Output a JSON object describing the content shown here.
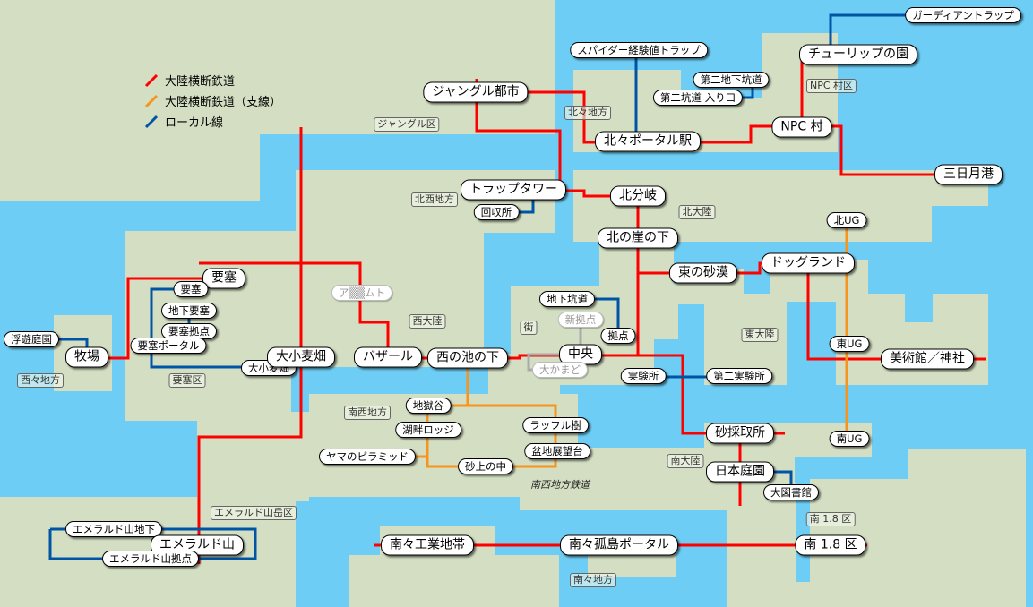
{
  "colors": {
    "water": "#6dcdf4",
    "land": "#d3dec2",
    "main": "#ff0000",
    "branch": "#f7941d",
    "local": "#0054a6",
    "inactive": "#aaaaaa"
  },
  "legend": [
    {
      "label": "大陸横断鉄道",
      "color": "#ff0000"
    },
    {
      "label": "大陸横断鉄道（支線）",
      "color": "#f7941d"
    },
    {
      "label": "ローカル線",
      "color": "#0054a6"
    }
  ],
  "stations": [
    {
      "name": "ガーディアントラップ",
      "kind": "s"
    },
    {
      "name": "スパイダー経験値トラップ",
      "kind": "s"
    },
    {
      "name": "チューリップの園",
      "kind": "m"
    },
    {
      "name": "第二地下坑道",
      "kind": "s"
    },
    {
      "name": "第二坑道 入り口",
      "kind": "s"
    },
    {
      "name": "ジャングル都市",
      "kind": "m"
    },
    {
      "name": "NPC 村",
      "kind": "m"
    },
    {
      "name": "北々ポータル駅",
      "kind": "m"
    },
    {
      "name": "三日月港",
      "kind": "m"
    },
    {
      "name": "トラップタワー",
      "kind": "m"
    },
    {
      "name": "北分岐",
      "kind": "m"
    },
    {
      "name": "回収所",
      "kind": "s"
    },
    {
      "name": "北UG",
      "kind": "s"
    },
    {
      "name": "北の崖の下",
      "kind": "m"
    },
    {
      "name": "ドッグランド",
      "kind": "m"
    },
    {
      "name": "東の砂漠",
      "kind": "m"
    },
    {
      "name": "要塞",
      "kind": "m"
    },
    {
      "name": "要塞",
      "kind": "s"
    },
    {
      "name": "ア▒▒ムト",
      "kind": "g"
    },
    {
      "name": "地下坑道",
      "kind": "s"
    },
    {
      "name": "地下要塞",
      "kind": "s"
    },
    {
      "name": "新拠点",
      "kind": "g"
    },
    {
      "name": "要塞拠点",
      "kind": "s"
    },
    {
      "name": "拠点",
      "kind": "s"
    },
    {
      "name": "浮遊庭園",
      "kind": "s"
    },
    {
      "name": "要塞ポータル",
      "kind": "s"
    },
    {
      "name": "東UG",
      "kind": "s"
    },
    {
      "name": "中央",
      "kind": "m"
    },
    {
      "name": "大小麦畑",
      "kind": "s"
    },
    {
      "name": "大小麦畑",
      "kind": "m"
    },
    {
      "name": "牧場",
      "kind": "m"
    },
    {
      "name": "バザール",
      "kind": "m"
    },
    {
      "name": "西の池の下",
      "kind": "m"
    },
    {
      "name": "美術館／神社",
      "kind": "m"
    },
    {
      "name": "大かまど",
      "kind": "g"
    },
    {
      "name": "実験所",
      "kind": "s"
    },
    {
      "name": "第二実験所",
      "kind": "s"
    },
    {
      "name": "地獄谷",
      "kind": "s"
    },
    {
      "name": "湖畔ロッジ",
      "kind": "s"
    },
    {
      "name": "ラッフル樹",
      "kind": "s"
    },
    {
      "name": "砂採取所",
      "kind": "m"
    },
    {
      "name": "南UG",
      "kind": "s"
    },
    {
      "name": "盆地展望台",
      "kind": "s"
    },
    {
      "name": "ヤマのピラミッド",
      "kind": "s"
    },
    {
      "name": "砂上の中",
      "kind": "s"
    },
    {
      "name": "日本庭園",
      "kind": "m"
    },
    {
      "name": "大図書館",
      "kind": "s"
    },
    {
      "name": "エメラルド山地下",
      "kind": "s"
    },
    {
      "name": "南々工業地帯",
      "kind": "m"
    },
    {
      "name": "南々孤島ポータル",
      "kind": "m"
    },
    {
      "name": "南 1.8 区",
      "kind": "m"
    },
    {
      "name": "エメラルド山",
      "kind": "m"
    },
    {
      "name": "エメラルド山拠点",
      "kind": "s"
    }
  ],
  "areas": [
    {
      "name": "NPC 村区",
      "kind": "area"
    },
    {
      "name": "北々地方",
      "kind": "area"
    },
    {
      "name": "ジャングル区",
      "kind": "area"
    },
    {
      "name": "北西地方",
      "kind": "area"
    },
    {
      "name": "北大陸",
      "kind": "area"
    },
    {
      "name": "西大陸",
      "kind": "area"
    },
    {
      "name": "街",
      "kind": "area"
    },
    {
      "name": "東大陸",
      "kind": "area"
    },
    {
      "name": "西々地方",
      "kind": "area"
    },
    {
      "name": "要塞区",
      "kind": "area"
    },
    {
      "name": "南西地方",
      "kind": "area"
    },
    {
      "name": "南大陸",
      "kind": "area"
    },
    {
      "name": "南西地方鉄道",
      "kind": "plain"
    },
    {
      "name": "エメラルド山岳区",
      "kind": "area"
    },
    {
      "name": "南 1.8 区",
      "kind": "area"
    },
    {
      "name": "南々地方",
      "kind": "area"
    }
  ]
}
